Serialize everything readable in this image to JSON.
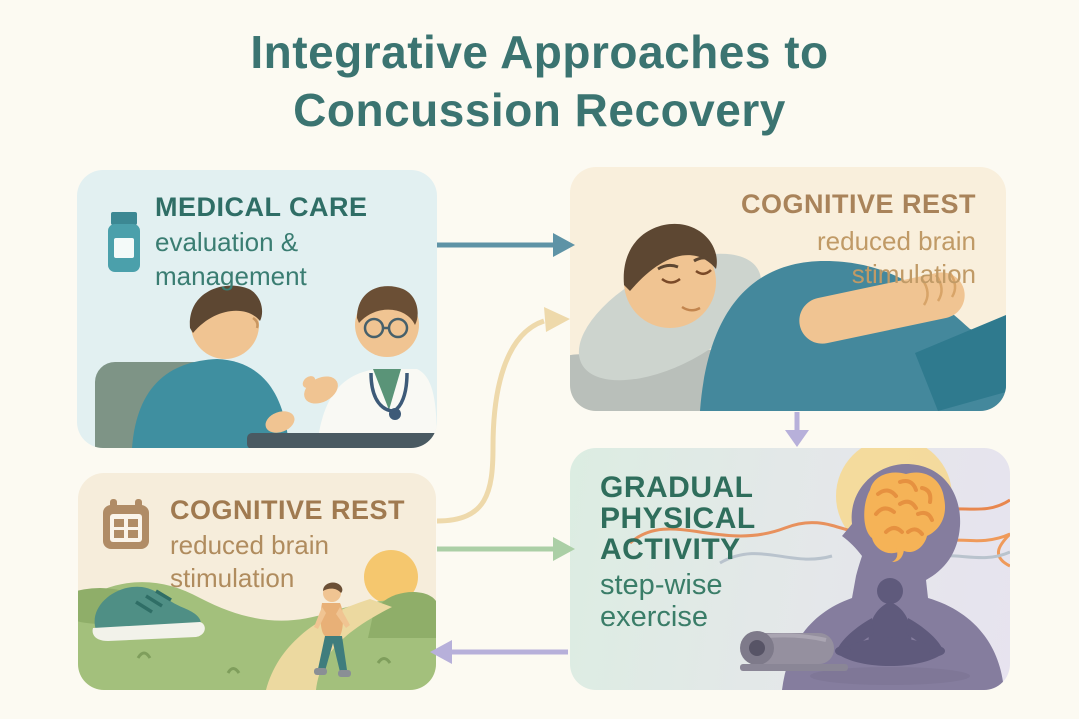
{
  "title": {
    "line1": "Integrative Approaches to",
    "line2": "Concussion Recovery"
  },
  "panels": {
    "medical_care": {
      "heading": "MEDICAL CARE",
      "subtext": "evaluation & management",
      "icon": "pill-bottle-icon",
      "illustration": "doctor-patient-consultation"
    },
    "cognitive_rest_upper": {
      "heading": "COGNITIVE REST",
      "subtext": "reduced brain stimulation",
      "illustration": "man-resting-on-pillow"
    },
    "cognitive_rest_lower": {
      "heading": "COGNITIVE REST",
      "subtext": "reduced brain stimulation",
      "icon": "calendar-icon",
      "illustration": "gentle-walk-outdoors-sneaker-sun"
    },
    "gradual_physical_activity": {
      "heading": "GRADUAL PHYSICAL ACTIVITY",
      "subtext": "step-wise exercise",
      "illustration": "meditation-brain-waves-silhouette"
    }
  },
  "flow_arrows": [
    {
      "name": "arrow-medical-to-rest",
      "direction": "right",
      "color": "#5e93a6"
    },
    {
      "name": "arrow-walk-to-rest-curved",
      "direction": "up-right",
      "color": "#eed9ab"
    },
    {
      "name": "arrow-rest-to-activity",
      "direction": "down",
      "color": "#b7b0da"
    },
    {
      "name": "arrow-walk-to-activity",
      "direction": "right",
      "color": "#abcfa6"
    },
    {
      "name": "arrow-activity-to-walk",
      "direction": "left",
      "color": "#b7b0da"
    }
  ],
  "colors": {
    "page_bg": "#fcfaf2",
    "title": "#3b7471",
    "panel_medical_bg": "#e2f0f1",
    "panel_rest_upper_bg": "#f9efdc",
    "panel_rest_lower_bg": "#f6eddb",
    "panel_activity_bg_left": "#dcede2",
    "panel_activity_bg_right": "#e7e3ef",
    "medical_heading": "#2f6e66",
    "medical_subtext": "#3a7d72",
    "rest_heading": "#a9835a",
    "rest_subtext": "#c09a66",
    "activity_heading": "#2f6e5c",
    "activity_subtext": "#3a7d68"
  }
}
